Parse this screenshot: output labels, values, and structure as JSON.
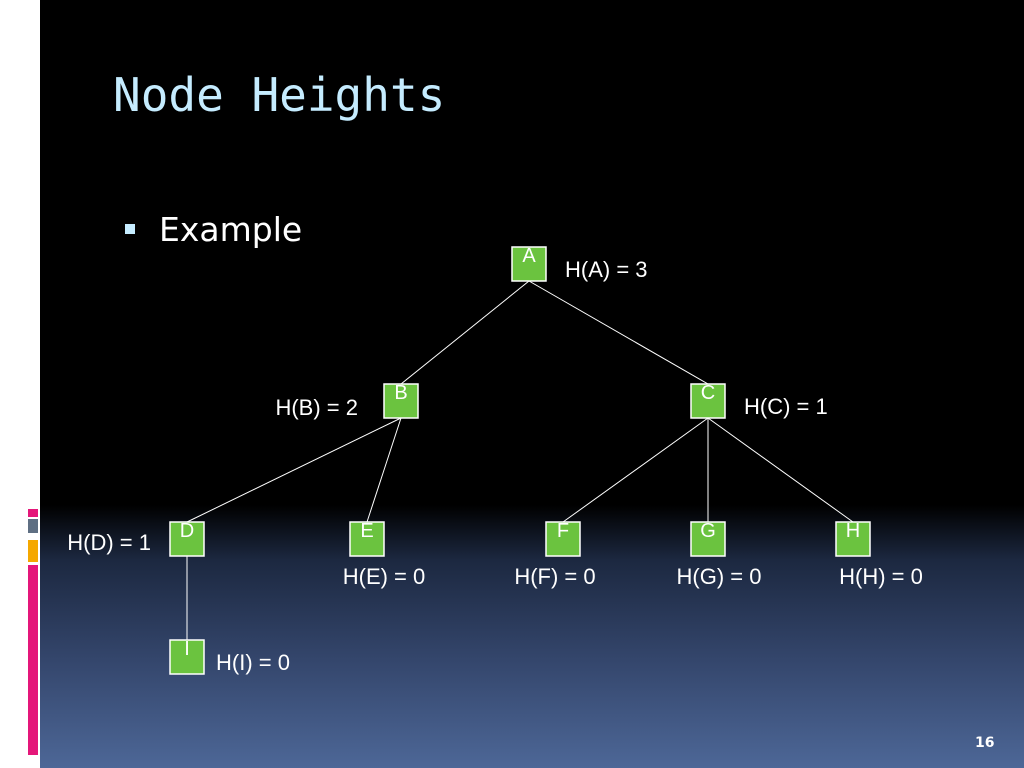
{
  "slide": {
    "title": "Node Heights",
    "bullet": "Example",
    "page_number": "16"
  },
  "colors": {
    "title": "#c5ecff",
    "node_fill": "#6bc33f",
    "node_border": "#ffffff",
    "edge": "#ffffff",
    "accent_magenta": "#e4177a",
    "accent_orange": "#f5a800",
    "accent_slate": "#5f6f83"
  },
  "tree": {
    "nodes": [
      {
        "id": "A",
        "label": "A",
        "height_text": "H(A) = 3"
      },
      {
        "id": "B",
        "label": "B",
        "height_text": "H(B) = 2"
      },
      {
        "id": "C",
        "label": "C",
        "height_text": "H(C) = 1"
      },
      {
        "id": "D",
        "label": "D",
        "height_text": "H(D) = 1"
      },
      {
        "id": "E",
        "label": "E",
        "height_text": "H(E) = 0"
      },
      {
        "id": "F",
        "label": "F",
        "height_text": "H(F) = 0"
      },
      {
        "id": "G",
        "label": "G",
        "height_text": "H(G) = 0"
      },
      {
        "id": "H",
        "label": "H",
        "height_text": "H(H) = 0"
      },
      {
        "id": "I",
        "label": "I",
        "height_text": "H(I) = 0"
      }
    ],
    "edges": [
      [
        "A",
        "B"
      ],
      [
        "A",
        "C"
      ],
      [
        "B",
        "D"
      ],
      [
        "B",
        "E"
      ],
      [
        "C",
        "F"
      ],
      [
        "C",
        "G"
      ],
      [
        "C",
        "H"
      ],
      [
        "D",
        "I"
      ]
    ]
  }
}
